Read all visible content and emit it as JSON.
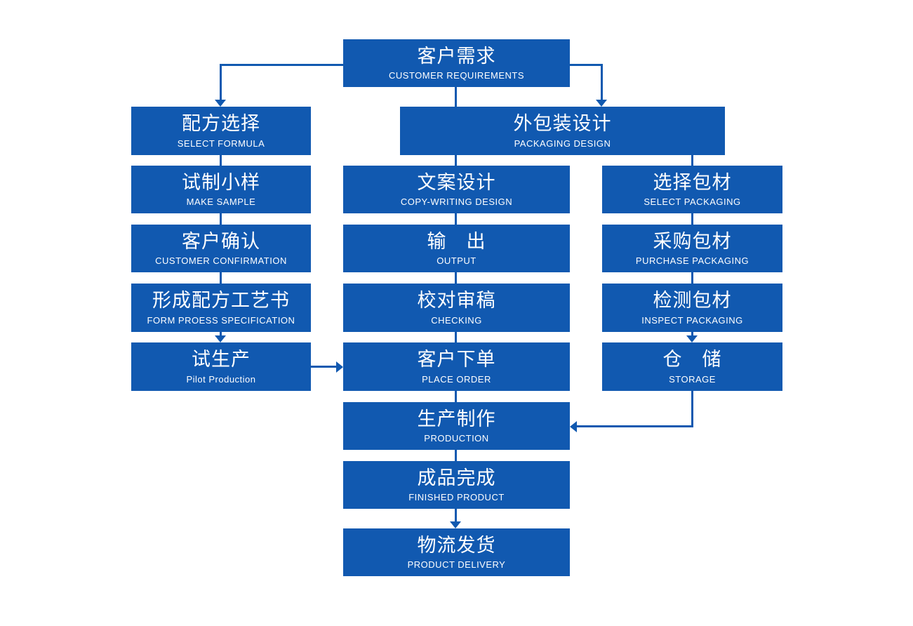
{
  "colors": {
    "box_fill": "#1159b0",
    "text": "#ffffff",
    "connector": "#1159b0",
    "background": "#ffffff"
  },
  "nodes": {
    "customer_requirements": {
      "title": "客户需求",
      "subtitle": "CUSTOMER REQUIREMENTS"
    },
    "select_formula": {
      "title": "配方选择",
      "subtitle": "SELECT FORMULA"
    },
    "make_sample": {
      "title": "试制小样",
      "subtitle": "MAKE SAMPLE"
    },
    "customer_confirmation": {
      "title": "客户确认",
      "subtitle": "CUSTOMER CONFIRMATION"
    },
    "form_process_specification": {
      "title": "形成配方工艺书",
      "subtitle": "FORM PROESS SPECIFICATION"
    },
    "pilot_production": {
      "title": "试生产",
      "subtitle": "Pilot Production"
    },
    "packaging_design": {
      "title": "外包装设计",
      "subtitle": "PACKAGING DESIGN"
    },
    "copywriting_design": {
      "title": "文案设计",
      "subtitle": "COPY-WRITING DESIGN"
    },
    "output": {
      "title": "输　出",
      "subtitle": "OUTPUT"
    },
    "checking": {
      "title": "校对审稿",
      "subtitle": "CHECKING"
    },
    "place_order": {
      "title": "客户下单",
      "subtitle": "PLACE ORDER"
    },
    "production": {
      "title": "生产制作",
      "subtitle": "PRODUCTION"
    },
    "finished_product": {
      "title": "成品完成",
      "subtitle": "FINISHED PRODUCT"
    },
    "product_delivery": {
      "title": "物流发货",
      "subtitle": "PRODUCT DELIVERY"
    },
    "select_packaging": {
      "title": "选择包材",
      "subtitle": "SELECT PACKAGING"
    },
    "purchase_packaging": {
      "title": "采购包材",
      "subtitle": "PURCHASE PACKAGING"
    },
    "inspect_packaging": {
      "title": "检测包材",
      "subtitle": "INSPECT PACKAGING"
    },
    "storage": {
      "title": "仓　储",
      "subtitle": "STORAGE"
    }
  },
  "edges": [
    {
      "from": "customer_requirements",
      "to": "select_formula",
      "arrow": true
    },
    {
      "from": "customer_requirements",
      "to": "packaging_design",
      "arrow": true
    },
    {
      "from": "customer_requirements",
      "to": "packaging_design",
      "arrow": false
    },
    {
      "from": "select_formula",
      "to": "make_sample",
      "arrow": false
    },
    {
      "from": "make_sample",
      "to": "customer_confirmation",
      "arrow": false
    },
    {
      "from": "customer_confirmation",
      "to": "form_process_specification",
      "arrow": false
    },
    {
      "from": "form_process_specification",
      "to": "pilot_production",
      "arrow": true
    },
    {
      "from": "pilot_production",
      "to": "place_order",
      "arrow": true
    },
    {
      "from": "packaging_design",
      "to": "copywriting_design",
      "arrow": false
    },
    {
      "from": "packaging_design",
      "to": "select_packaging",
      "arrow": false
    },
    {
      "from": "copywriting_design",
      "to": "output",
      "arrow": false
    },
    {
      "from": "output",
      "to": "checking",
      "arrow": false
    },
    {
      "from": "checking",
      "to": "place_order",
      "arrow": false
    },
    {
      "from": "place_order",
      "to": "production",
      "arrow": false
    },
    {
      "from": "production",
      "to": "finished_product",
      "arrow": false
    },
    {
      "from": "finished_product",
      "to": "product_delivery",
      "arrow": true
    },
    {
      "from": "select_packaging",
      "to": "purchase_packaging",
      "arrow": false
    },
    {
      "from": "purchase_packaging",
      "to": "inspect_packaging",
      "arrow": false
    },
    {
      "from": "inspect_packaging",
      "to": "storage",
      "arrow": true
    },
    {
      "from": "storage",
      "to": "production",
      "arrow": true
    }
  ]
}
